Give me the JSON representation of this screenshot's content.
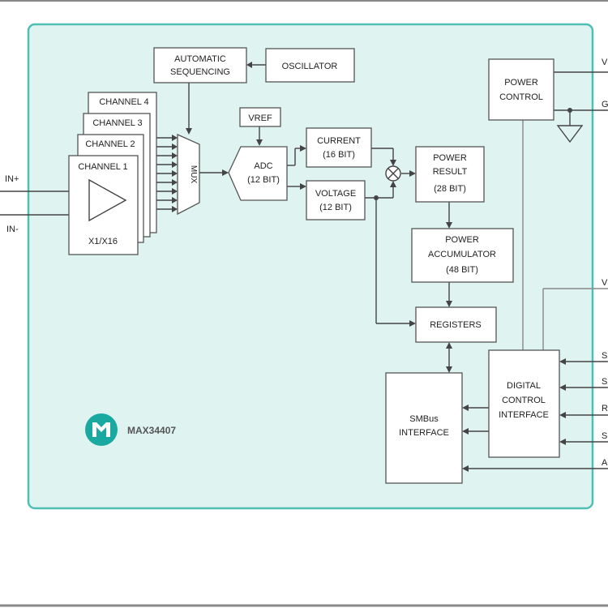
{
  "part_number": "MAX34407",
  "blocks": {
    "auto_seq": [
      "AUTOMATIC",
      "SEQUENCING"
    ],
    "oscillator": "OSCILLATOR",
    "channels": [
      "CHANNEL 4",
      "CHANNEL 3",
      "CHANNEL 2",
      "CHANNEL 1"
    ],
    "gain": "X1/X16",
    "mux": "MUX",
    "vref": "VREF",
    "adc": [
      "ADC",
      "(12 BIT)"
    ],
    "current": [
      "CURRENT",
      "(16 BIT)"
    ],
    "voltage": [
      "VOLTAGE",
      "(12 BIT)"
    ],
    "power_result": [
      "POWER",
      "RESULT",
      "(28 BIT)"
    ],
    "power_accumulator": [
      "POWER",
      "ACCUMULATOR",
      "(48 BIT)"
    ],
    "registers": "REGISTERS",
    "smbus": [
      "SMBus",
      "INTERFACE"
    ],
    "digital_control": [
      "DIGITAL",
      "CONTROL",
      "INTERFACE"
    ],
    "power_control": [
      "POWER",
      "CONTROL"
    ]
  },
  "pins": {
    "in_plus": "IN+",
    "in_minus": "IN-",
    "right": [
      "V",
      "G",
      "V",
      "S",
      "S",
      "R",
      "S",
      "A"
    ]
  },
  "colors": {
    "chip_fill": "#dff3f1",
    "chip_border": "#4fbfb4",
    "logo": "#1aa9a0"
  }
}
